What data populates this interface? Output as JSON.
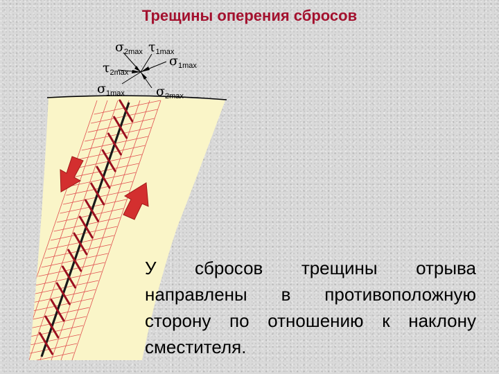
{
  "title": "Трещины оперения сбросов",
  "stress_labels": {
    "sigma": "σ",
    "tau": "τ",
    "sigma2_top_sub": "2max",
    "tau1_top_sub": "1max",
    "sigma1_right_sub": "1max",
    "tau2_left_sub": "2max",
    "sigma1_left_sub": "1max",
    "sigma2_bottom_sub": "2max"
  },
  "caption": "У сбросов трещины отрыва направлены в противоположную сторону по отношению к наклону сместителя.",
  "colors": {
    "title": "#a3112e",
    "fault_block": "#faf5c8",
    "arrow": "#d32f2f",
    "grid": "#e05050",
    "cracks": "#9b1020"
  },
  "icons": {
    "left_arrow": "arrow-down-icon",
    "right_arrow": "arrow-up-icon"
  }
}
